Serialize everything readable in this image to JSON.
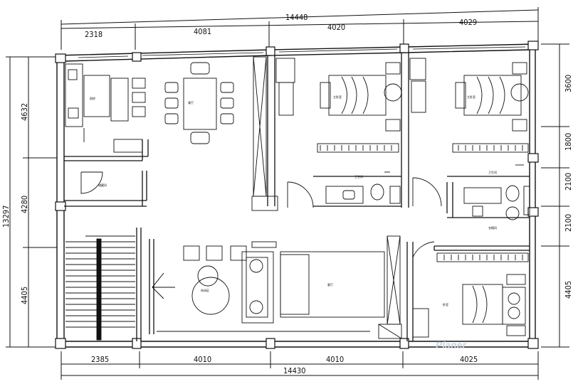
{
  "dimensions": {
    "top_total": "14448",
    "top_segments": [
      "2318",
      "4081",
      "4020",
      "4029"
    ],
    "bottom_total": "14430",
    "bottom_segments": [
      "2385",
      "4010",
      "4010",
      "4025"
    ],
    "left_total": "13297",
    "left_segments": [
      "4632",
      "4280",
      "4405"
    ],
    "right_segments": [
      "3600",
      "1800",
      "2100",
      "2100",
      "4405"
    ]
  },
  "rooms": {
    "kitchen": "厨房",
    "dining": "餐厅",
    "storage": "储藏间",
    "bedroom_1": "主卧室",
    "bedroom_2": "主卧室",
    "bath_1": "卫生间",
    "bath_2": "卫生间",
    "living": "客厅",
    "leisure": "休闲区",
    "bedroom_3": "卧室",
    "closet": "衣帽间"
  },
  "watermark": "Planer",
  "colors": {
    "line": "#111111",
    "wall_fill": "#ffffff",
    "watermark": "#c9d3dc"
  }
}
